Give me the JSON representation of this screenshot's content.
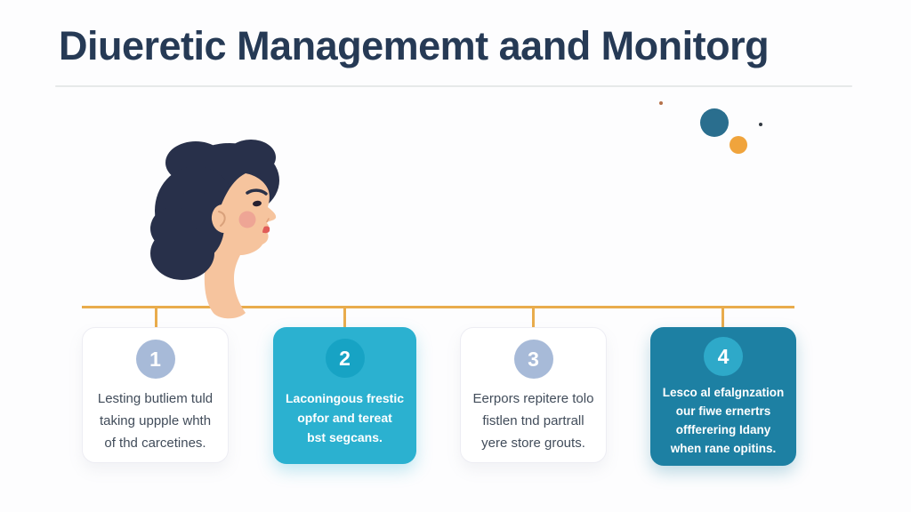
{
  "title": {
    "text": "Diueretic Managememt aand Monitorg",
    "color": "#263A55"
  },
  "illustration": {
    "name": "woman-profile",
    "hair_color": "#28304A",
    "skin_color": "#F6C49E",
    "blush_color": "#EC9E92",
    "lip_color": "#E05C58"
  },
  "decor": {
    "dots": [
      {
        "name": "teal-dot",
        "color": "#2A6E8E"
      },
      {
        "name": "orange-dot",
        "color": "#F0A43C"
      },
      {
        "name": "tiny-orange-dot",
        "color": "#B5714A"
      },
      {
        "name": "tiny-dark-dot",
        "color": "#333A42"
      }
    ]
  },
  "timeline": {
    "line_color": "#E9AC4C"
  },
  "steps": [
    {
      "number": "1",
      "variant": "light",
      "badge_color": "#A7BAD8",
      "lines": [
        "Lesting butliem tuld",
        "taking uppple whth",
        "of thd carcetines."
      ]
    },
    {
      "number": "2",
      "variant": "cyan",
      "card_color": "#2BB1D0",
      "badge_color": "#17A3C4",
      "lines": [
        "Laconingous frestic",
        "opfor and tereat",
        "bst segcans."
      ]
    },
    {
      "number": "3",
      "variant": "light",
      "badge_color": "#A7BAD8",
      "lines": [
        "Eerpors repitere tolo",
        "fistlen tnd partrall",
        "yere store grouts."
      ]
    },
    {
      "number": "4",
      "variant": "teal",
      "card_color": "#1D80A3",
      "badge_color": "#2EA9C9",
      "lines": [
        "Lesco al efalgnzation",
        "our fiwe ernertrs",
        "offferering Idany",
        "when rane opitins."
      ]
    }
  ]
}
